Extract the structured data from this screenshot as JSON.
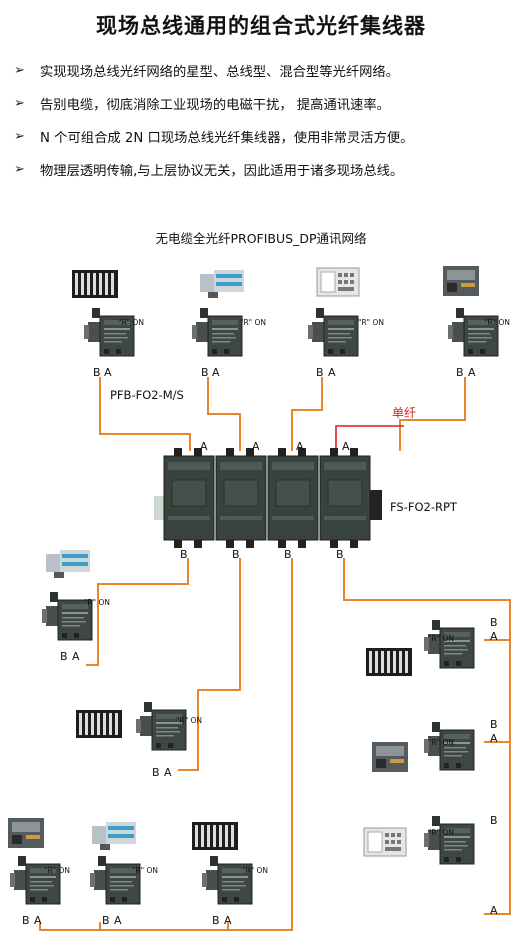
{
  "title": "现场总线通用的组合式光纤集线器",
  "bullets": [
    "实现现场总线光纤网络的星型、总线型、混合型等光纤网络。",
    "告别电缆，彻底消除工业现场的电磁干扰， 提高通讯速率。",
    "N 个可组合成 2N 口现场总线光纤集线器，使用非常灵活方便。",
    "物理层透明传输,与上层协议无关，因此适用于诸多现场总线。"
  ],
  "diagram": {
    "subtitle": "无电缆全光纤PROFIBUS_DP通讯网络",
    "converter_label": "PFB-FO2-M/S",
    "hub_label": "FS-FO2-RPT",
    "single_fiber_label": "单纤",
    "r_on_label": "\"R\" ON",
    "port_a": "A",
    "port_b": "B",
    "fiber_color": "#e8862b",
    "single_fiber_color": "#d81e1e"
  }
}
